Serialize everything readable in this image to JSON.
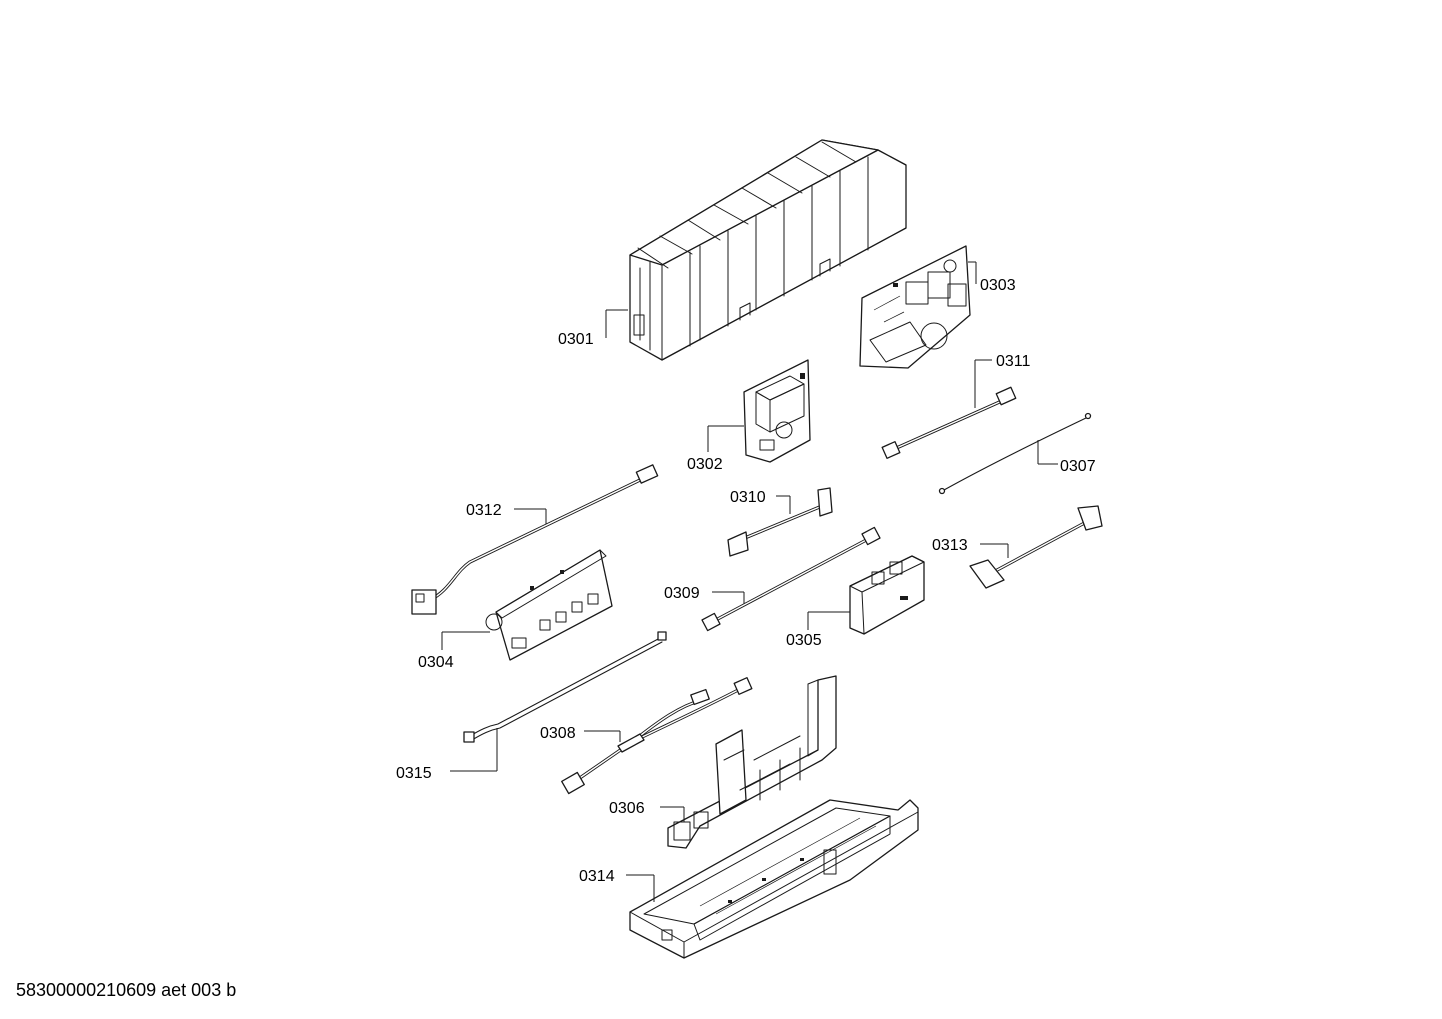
{
  "callouts": {
    "c0301": "0301",
    "c0302": "0302",
    "c0303": "0303",
    "c0304": "0304",
    "c0305": "0305",
    "c0306": "0306",
    "c0307": "0307",
    "c0308": "0308",
    "c0309": "0309",
    "c0310": "0310",
    "c0311": "0311",
    "c0312": "0312",
    "c0313": "0313",
    "c0314": "0314",
    "c0315": "0315"
  },
  "footer": {
    "document_id": "58300000210609 aet 003 b"
  },
  "colors": {
    "line": "#1a1a1a",
    "background": "#ffffff"
  }
}
